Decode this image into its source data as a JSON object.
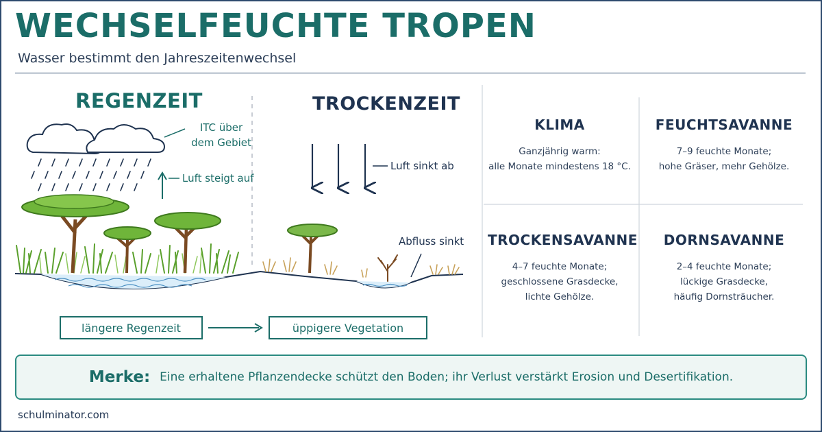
{
  "header": {
    "title": "WECHSELFEUCHTE TROPEN",
    "subtitle": "Wasser bestimmt den Jahreszeitenwechsel"
  },
  "illustration": {
    "rain_season": {
      "title": "REGENZEIT",
      "itc_label_line1": "ITC über",
      "itc_label_line2": "dem Gebiet",
      "rising_air_label": "Luft steigt auf"
    },
    "dry_season": {
      "title": "TROCKENZEIT",
      "sinking_air_label": "Luft sinkt ab",
      "runoff_label": "Abfluss sinkt"
    },
    "flow": {
      "box1": "längere Regenzeit",
      "box2": "üppigere Vegetation"
    }
  },
  "grid": [
    {
      "title": "KLIMA",
      "lines": [
        "Ganzjährig warm:",
        "alle Monate mindestens 18 °C."
      ]
    },
    {
      "title": "FEUCHTSAVANNE",
      "lines": [
        "7–9 feuchte Monate;",
        "hohe Gräser, mehr Gehölze."
      ]
    },
    {
      "title": "TROCKENSAVANNE",
      "lines": [
        "4–7 feuchte Monate;",
        "geschlossene Grasdecke,",
        "lichte Gehölze."
      ]
    },
    {
      "title": "DORNSAVANNE",
      "lines": [
        "2–4 feuchte Monate;",
        "lückige Grasdecke,",
        "häufig Dornsträucher."
      ]
    }
  ],
  "note": {
    "label": "Merke:",
    "text": "Eine erhaltene Pflanzendecke schützt den Boden; ihr Verlust verstärkt Erosion und Desertifikation."
  },
  "footer": "schulminator.com",
  "colors": {
    "teal": "#1b6d68",
    "navy": "#1f3350",
    "water": "#dbeefa",
    "grass": "#5aa02c",
    "tree_canopy": "#6fb53a",
    "trunk": "#7a4a22"
  }
}
